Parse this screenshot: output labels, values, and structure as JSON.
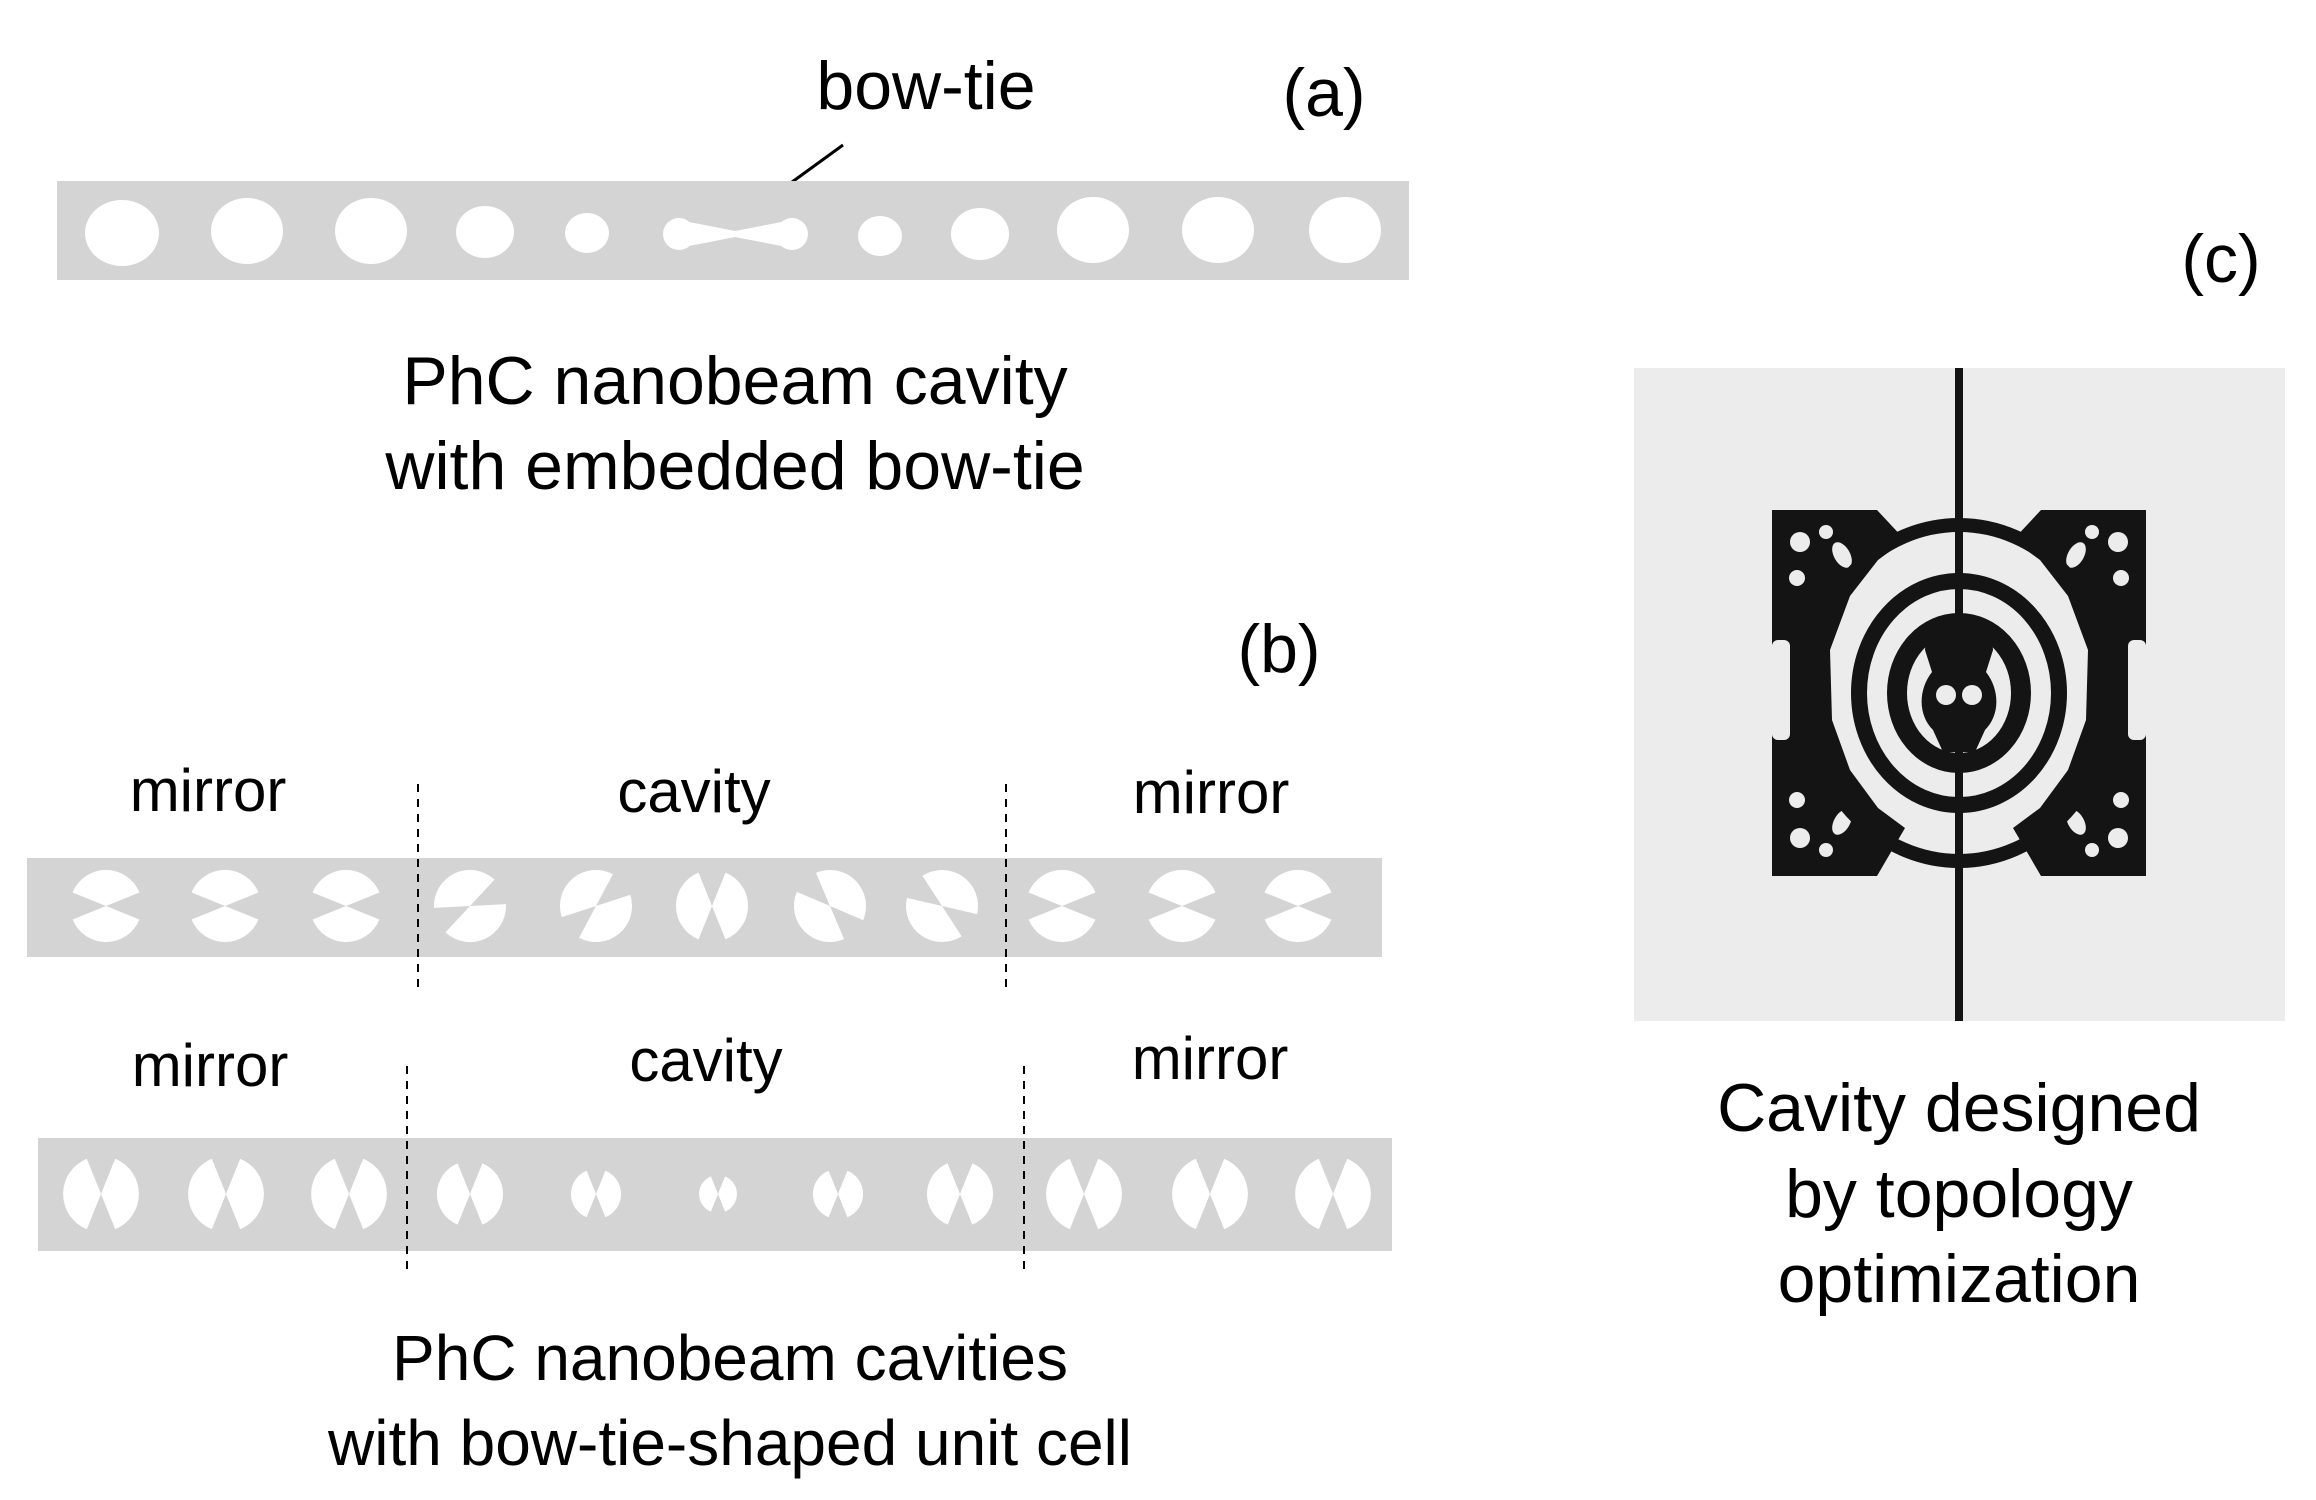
{
  "panel_a": {
    "letter": "(a)",
    "callout": "bow-tie",
    "caption_line1": "PhC nanobeam cavity",
    "caption_line2": "with embedded bow-tie"
  },
  "panel_b": {
    "letter": "(b)",
    "row1": {
      "left": "mirror",
      "center": "cavity",
      "right": "mirror"
    },
    "row2": {
      "left": "mirror",
      "center": "cavity",
      "right": "mirror"
    },
    "caption_line1": "PhC nanobeam cavities",
    "caption_line2": "with bow-tie-shaped unit cell"
  },
  "panel_c": {
    "letter": "(c)",
    "caption_line1": "Cavity designed",
    "caption_line2": "by topology",
    "caption_line3": "optimization"
  },
  "colors": {
    "beam": "#d4d4d4",
    "hole": "#ffffff",
    "background_c": "#ececed",
    "structure": "#141414"
  }
}
